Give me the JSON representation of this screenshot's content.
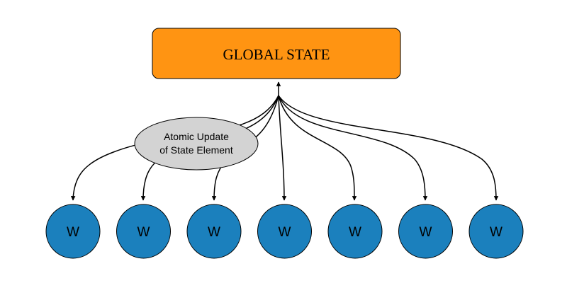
{
  "global_state": {
    "label": "GLOBAL STATE",
    "fill": "#FF9412"
  },
  "annotation": {
    "line1": "Atomic Update",
    "line2": "of State Element",
    "fill": "#D3D3D3"
  },
  "worker": {
    "fill": "#1B80BD"
  },
  "workers": [
    {
      "label": "W"
    },
    {
      "label": "W"
    },
    {
      "label": "W"
    },
    {
      "label": "W"
    },
    {
      "label": "W"
    },
    {
      "label": "W"
    },
    {
      "label": "W"
    }
  ]
}
